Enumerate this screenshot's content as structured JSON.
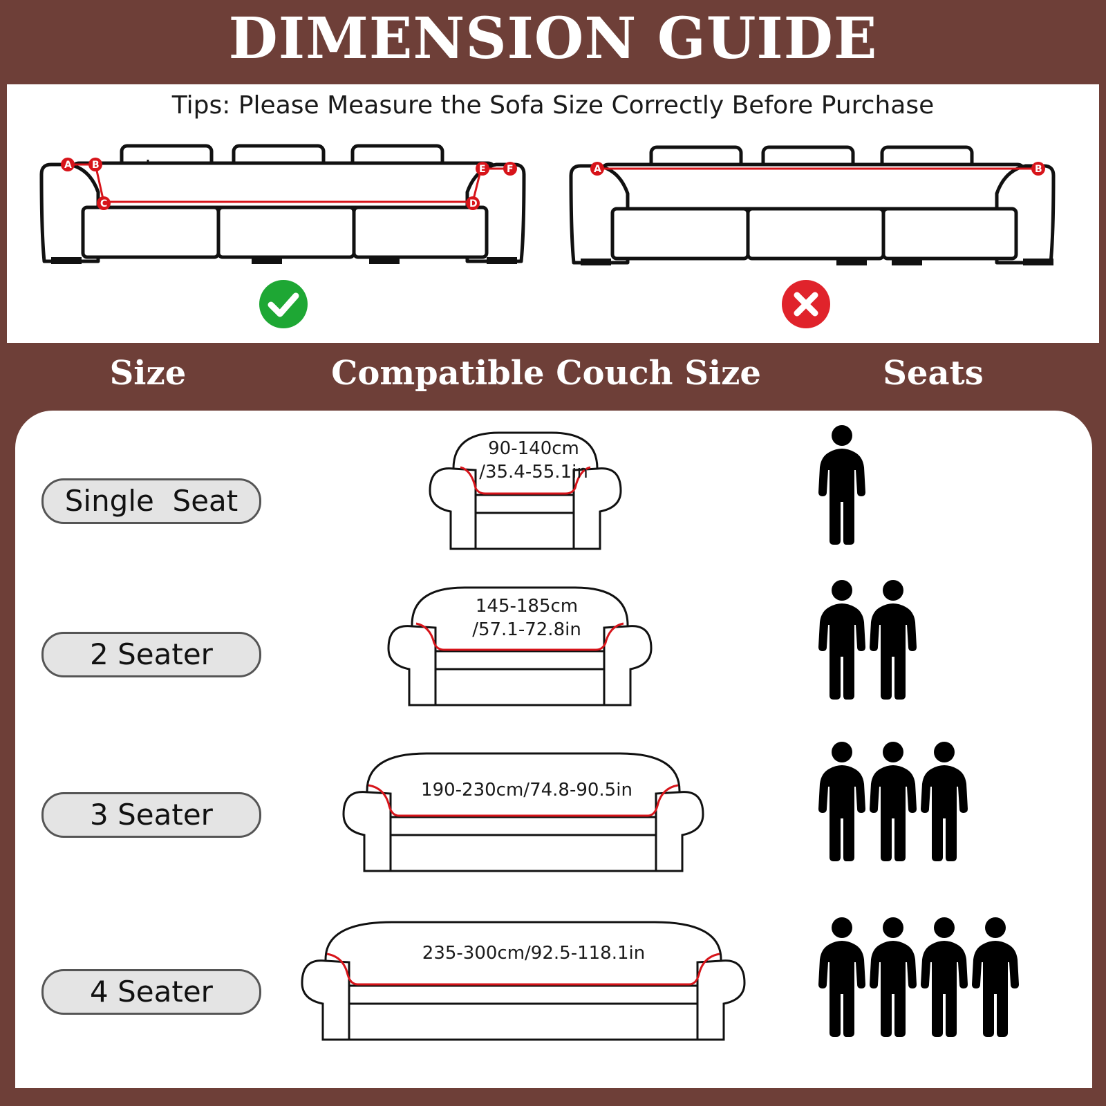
{
  "title": "DIMENSION GUIDE",
  "tips": "Tips: Please Measure the Sofa Size Correctly Before Purchase",
  "correct_markers": [
    "A",
    "B",
    "C",
    "D",
    "E",
    "F"
  ],
  "wrong_markers": [
    "A",
    "B"
  ],
  "columns": {
    "size": "Size",
    "compatible": "Compatible Couch Size",
    "seats": "Seats"
  },
  "rows": [
    {
      "size": "Single  Seat",
      "dim_line1": "90-140cm",
      "dim_line2": "/35.4-55.1in",
      "people": 1
    },
    {
      "size": "2 Seater",
      "dim_line1": "145-185cm",
      "dim_line2": "/57.1-72.8in",
      "people": 2
    },
    {
      "size": "3 Seater",
      "dim_line1": "190-230cm/74.8-90.5in",
      "dim_line2": "",
      "people": 3
    },
    {
      "size": "4 Seater",
      "dim_line1": "235-300cm/92.5-118.1in",
      "dim_line2": "",
      "people": 4
    }
  ],
  "colors": {
    "background": "#6e3f38",
    "panel": "#ffffff",
    "accent_red": "#d7141a",
    "check_green": "#1ea734",
    "cross_red": "#e0232b"
  },
  "icons": {
    "correct": "check-circle-icon",
    "wrong": "cross-circle-icon",
    "person": "person-icon"
  }
}
